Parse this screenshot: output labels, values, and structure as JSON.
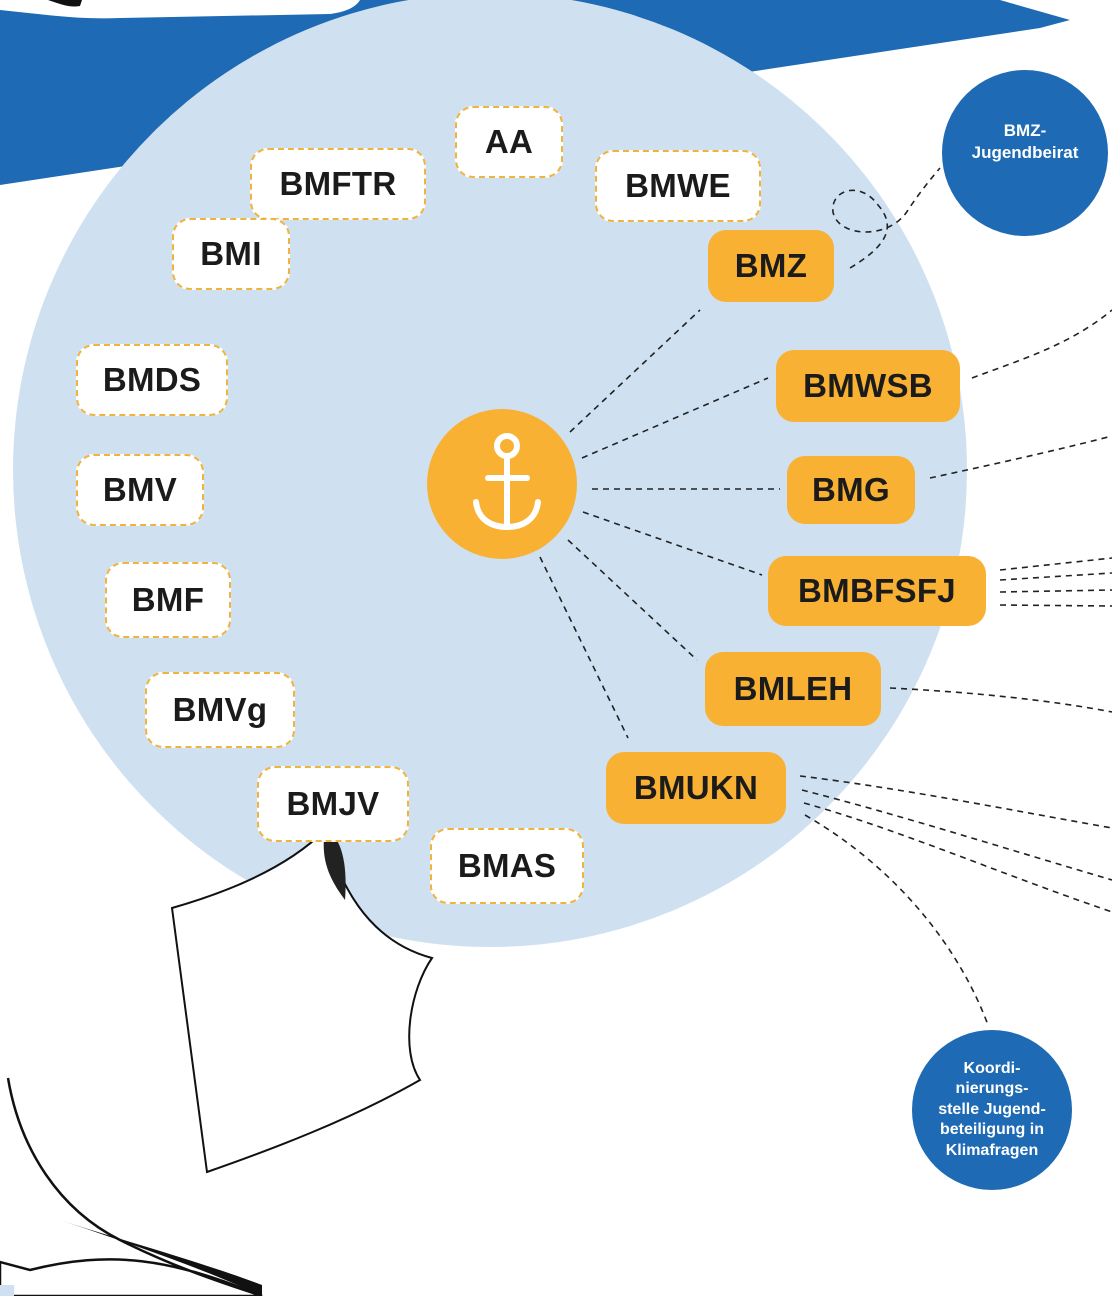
{
  "colors": {
    "circle_fill": "#cfe1f1",
    "shape_blue": "#1e6ab4",
    "accent_orange": "#f8b133",
    "dashed_border": "#f0b43c",
    "line": "#222222"
  },
  "center": {
    "icon": "anchor-icon"
  },
  "ministries_inactive": [
    "AA",
    "BMFTR",
    "BMWE",
    "BMI",
    "BMDS",
    "BMV",
    "BMF",
    "BMVg",
    "BMJV",
    "BMAS"
  ],
  "ministries_active": [
    "BMZ",
    "BMWSB",
    "BMG",
    "BMBFSFJ",
    "BMLEH",
    "BMUKN"
  ],
  "bubbles": {
    "bmz_youth": [
      "BMZ-",
      "Jugendbeirat"
    ],
    "climate_youth": [
      "Koordi-",
      "nierungs-",
      "stelle Jugend-",
      "beteiligung in",
      "Klimafragen"
    ]
  }
}
